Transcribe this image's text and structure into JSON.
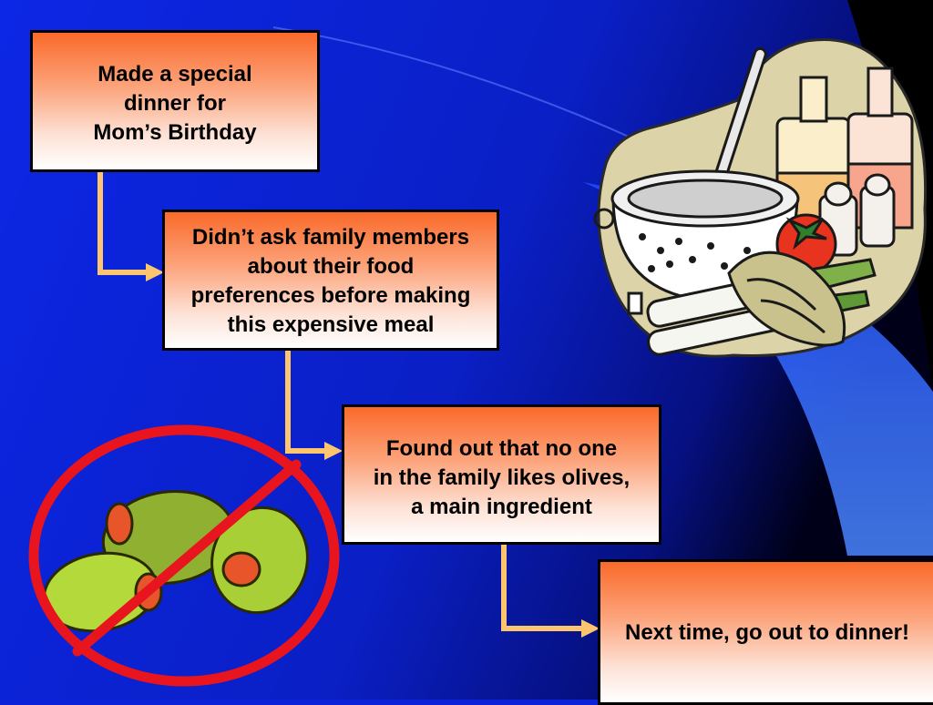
{
  "slide": {
    "colors": {
      "background": "#0b22d8",
      "dark_corner": "#000000",
      "accent_curve": "#3a74ff",
      "box_top": "#fa6a2a",
      "box_bottom": "#ffffff",
      "arrow": "#fcc56e",
      "prohibition": "#e8141e"
    },
    "flow_steps": [
      {
        "text": "Made a special\ndinner for\nMom’s Birthday"
      },
      {
        "text": "Didn’t ask family members\nabout their food\npreferences before making\nthis expensive meal"
      },
      {
        "text": "Found out that no one\nin the family likes olives,\na main ingredient"
      },
      {
        "text": "Next time, go out to dinner!"
      }
    ],
    "images": {
      "cooking": {
        "icon": "cooking-ingredients-icon"
      },
      "no_olives": {
        "icon": "no-olives-icon"
      }
    }
  }
}
